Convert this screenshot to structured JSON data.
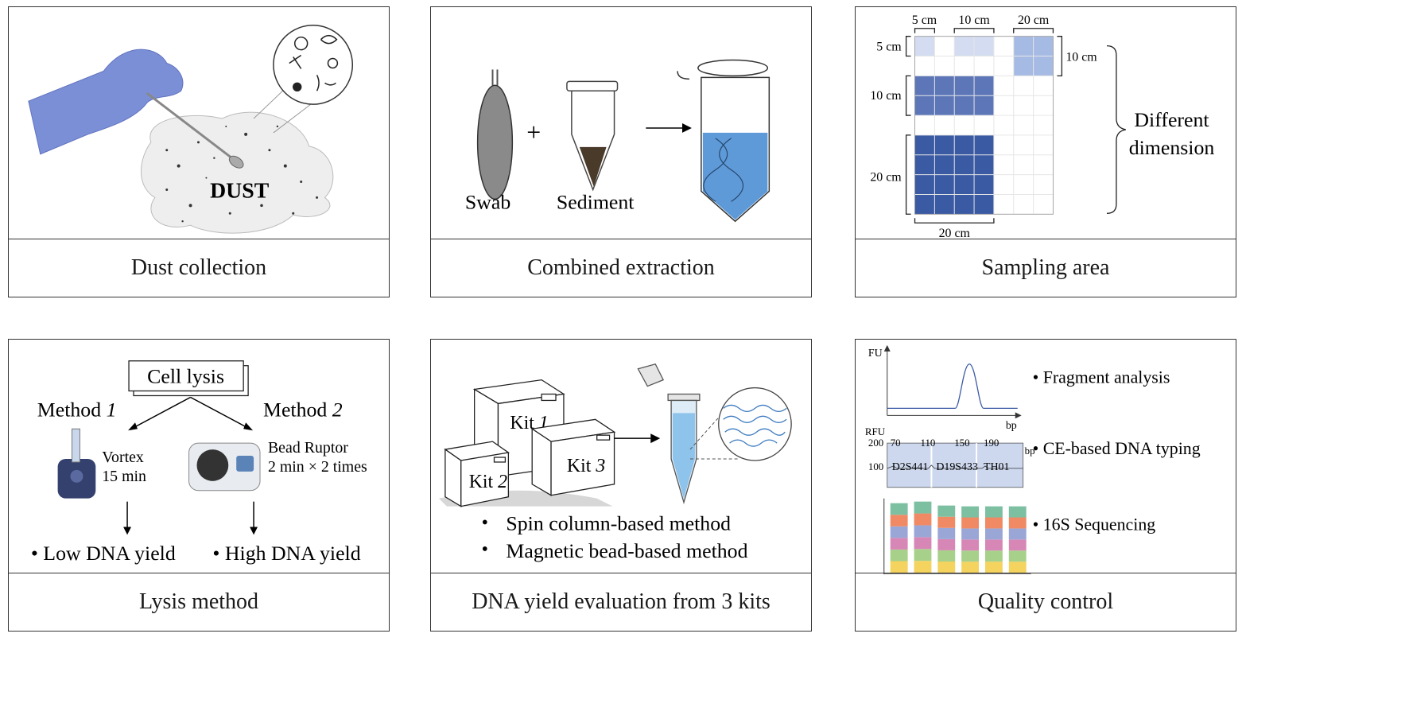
{
  "panels": {
    "dust": {
      "caption": "Dust collection",
      "label": "DUST"
    },
    "combined": {
      "caption": "Combined extraction",
      "swab": "Swab",
      "sediment": "Sediment",
      "plus": "+"
    },
    "sampling": {
      "caption": "Sampling area",
      "top_labels": [
        "5 cm",
        "10 cm",
        "20 cm"
      ],
      "left_labels": [
        "5 cm",
        "10 cm",
        "20 cm"
      ],
      "right_label": "10 cm",
      "bottom_label": "20 cm",
      "brace_text_1": "Different",
      "brace_text_2": "dimension",
      "colors": {
        "light": "#d3dcf0",
        "medium": "#a6bbe4",
        "dark1": "#5c76b8",
        "dark2": "#3b5aa4"
      }
    },
    "lysis": {
      "caption": "Lysis method",
      "title": "Cell lysis",
      "method1_text": "Method ",
      "method1_num": "1",
      "method2_text": "Method ",
      "method2_num": "2",
      "vortex_1": "Vortex",
      "vortex_2": "15 min",
      "bead_1": "Bead Ruptor",
      "bead_2": "2 min × 2 times",
      "result_low": "• Low DNA yield",
      "result_high": "• High DNA yield"
    },
    "kits": {
      "caption": "DNA yield evaluation from 3 kits",
      "kit_text": "Kit ",
      "kit1": "1",
      "kit2": "2",
      "kit3": "3",
      "bullet": "•",
      "method_a": "Spin column-based method",
      "method_b": "Magnetic bead-based method"
    },
    "qc": {
      "caption": "Quality control",
      "fu": "FU",
      "bp": "bp",
      "rfu": "RFU",
      "y200": "200",
      "y100": "100",
      "ticks": [
        "70",
        "110",
        "150",
        "190"
      ],
      "bp2": "bp",
      "markers": [
        "D2S441",
        "D19S433",
        "TH01"
      ],
      "item1": "• Fragment analysis",
      "item2": "• CE-based DNA typing",
      "item3": "• 16S Sequencing",
      "stack_colors": [
        "#f4d35e",
        "#a7d18a",
        "#d787b5",
        "#9aa7d6",
        "#ef8a64",
        "#7cc0a1"
      ]
    }
  }
}
